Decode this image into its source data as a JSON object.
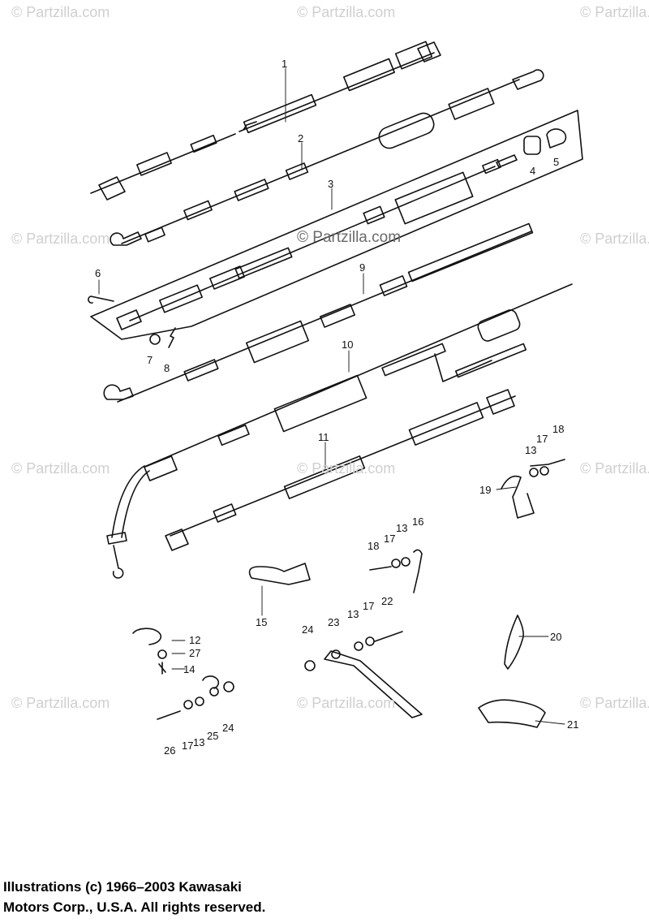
{
  "watermark": {
    "text": "© Partzilla.com",
    "center_text": "© Partzilla.com"
  },
  "callouts": [
    "1",
    "2",
    "3",
    "4",
    "5",
    "6",
    "7",
    "8",
    "9",
    "10",
    "11",
    "12",
    "13",
    "13",
    "13",
    "13",
    "14",
    "15",
    "16",
    "17",
    "17",
    "17",
    "17",
    "18",
    "18",
    "19",
    "20",
    "21",
    "22",
    "23",
    "24",
    "24",
    "25",
    "26",
    "27"
  ],
  "copyright": {
    "line1": "Illustrations (c) 1966–2003 Kawasaki",
    "line2": "Motors Corp., U.S.A.  All rights reserved."
  }
}
